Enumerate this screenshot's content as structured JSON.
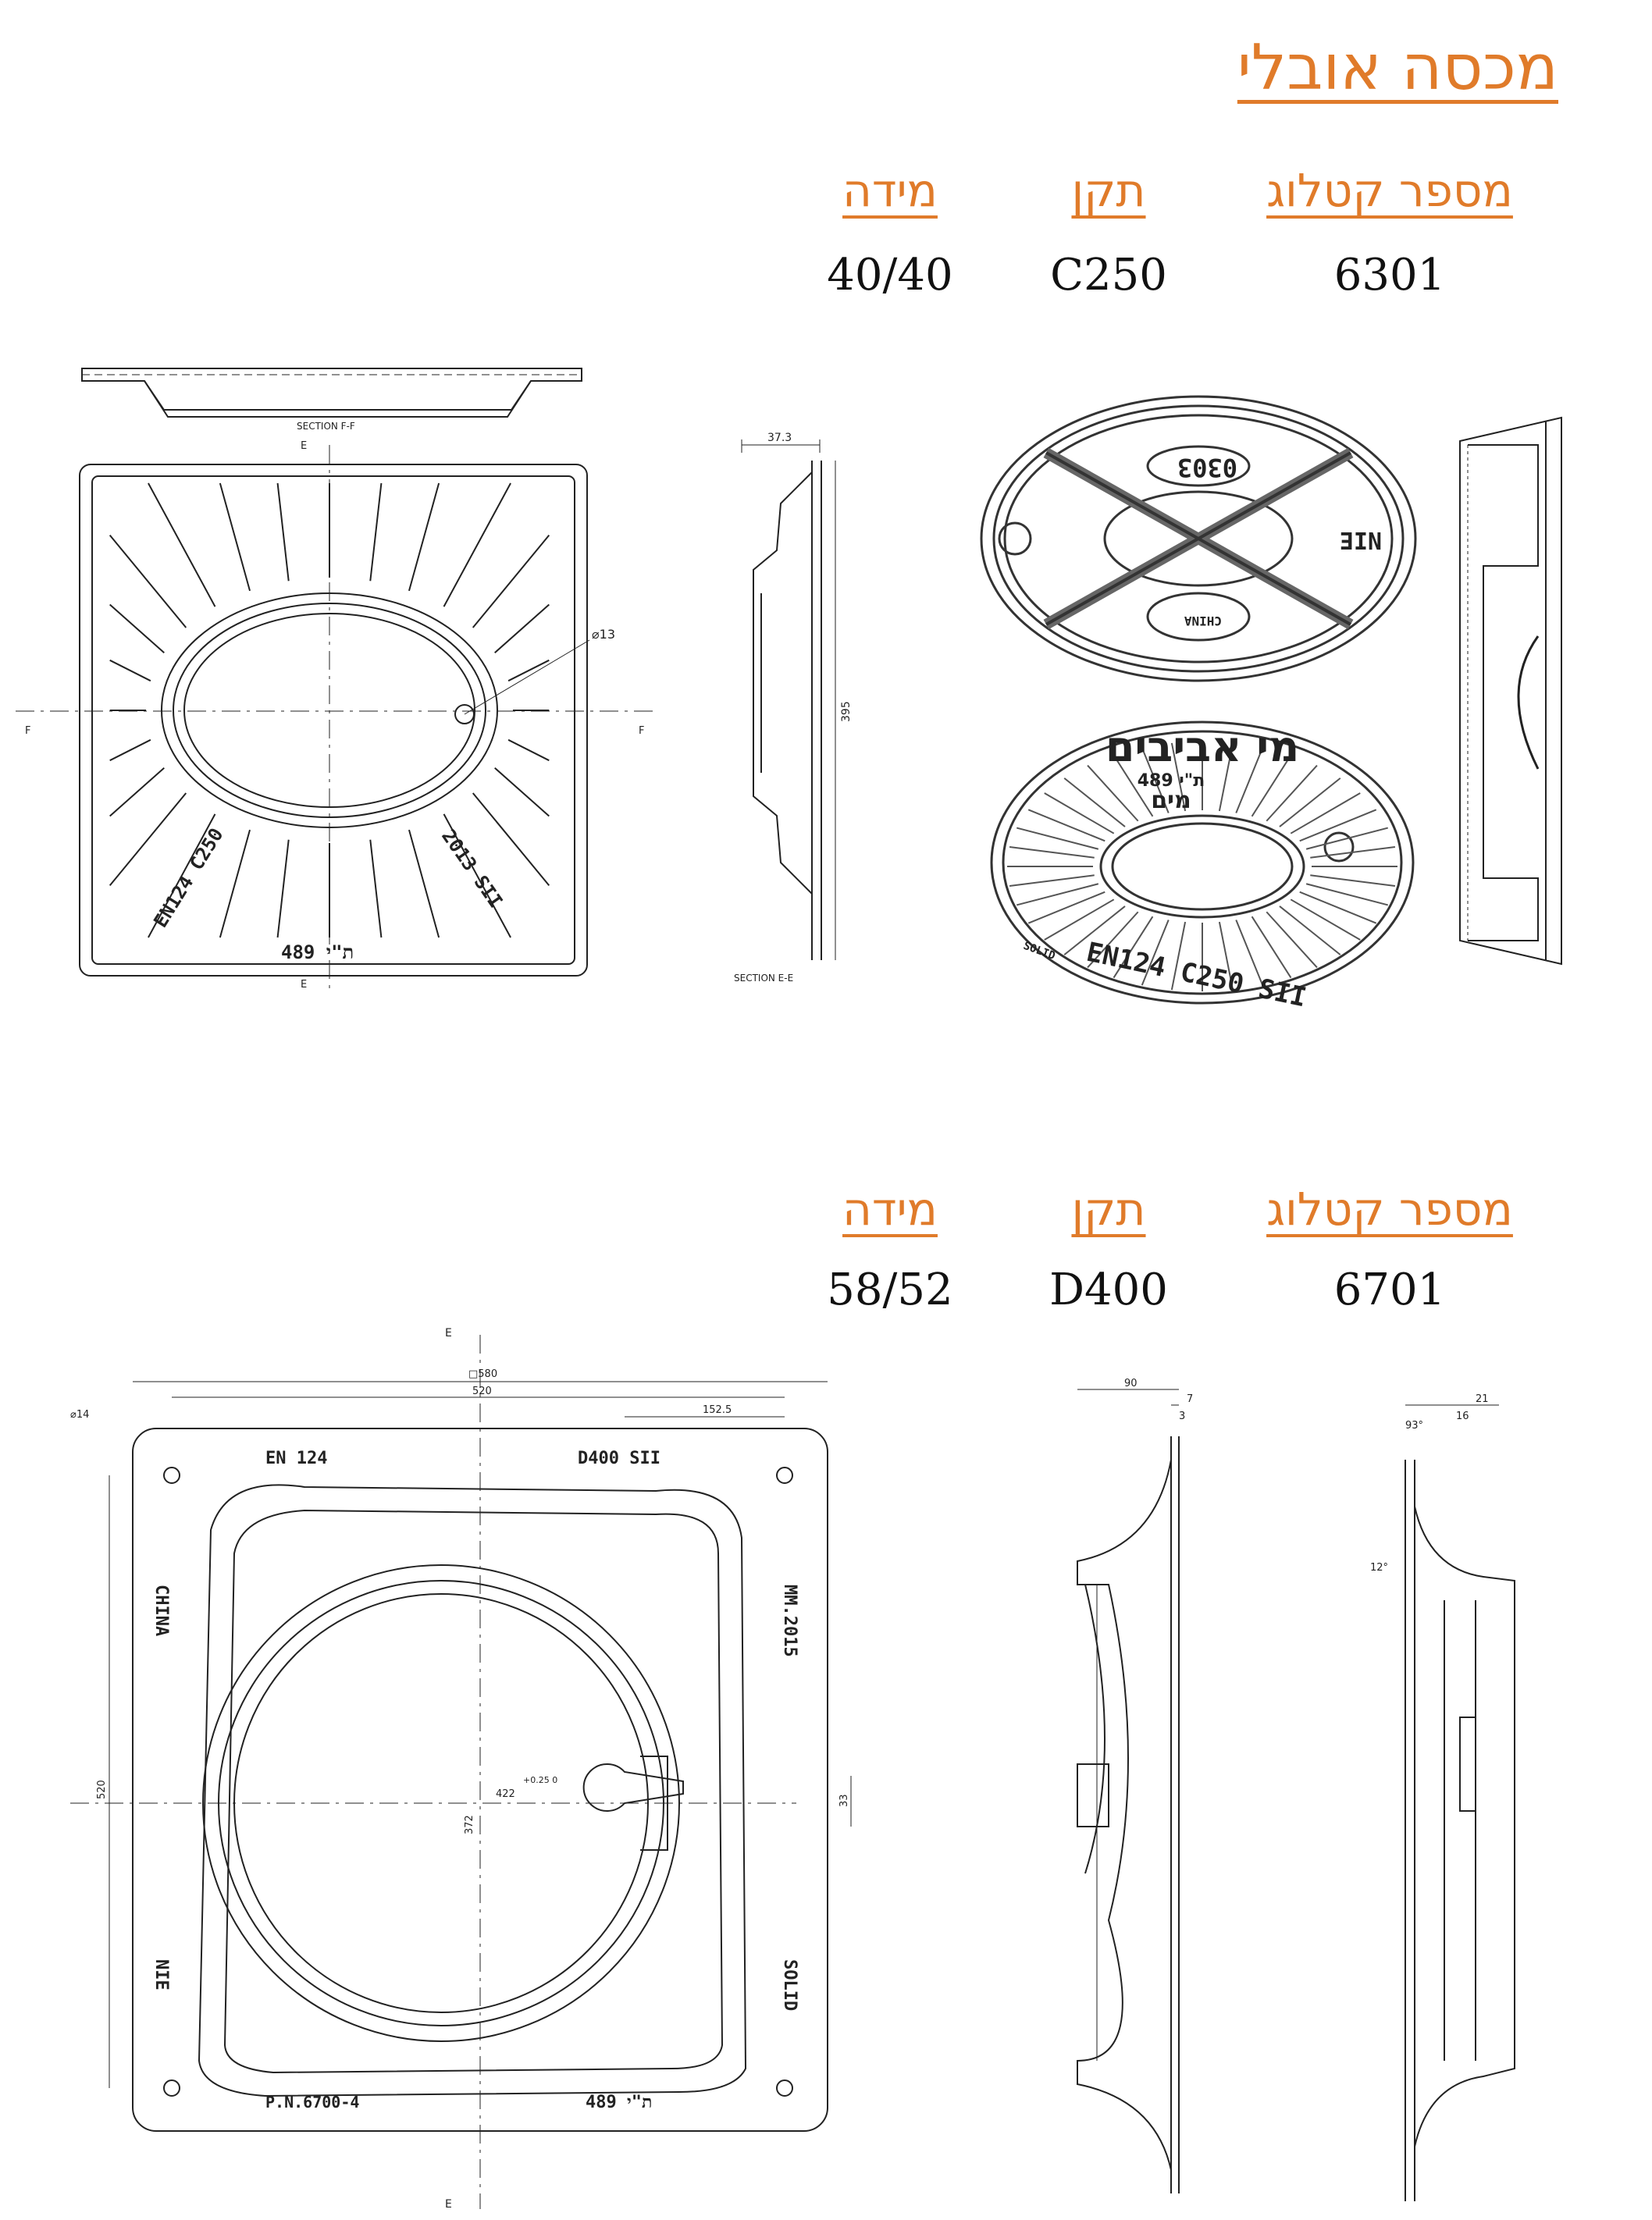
{
  "page_title": "מכסה אובלי",
  "colors": {
    "accent": "#e07b2a",
    "ink": "#1a1a1a"
  },
  "products": [
    {
      "headers": {
        "catalog": "מספר קטלוג",
        "standard": "תקן",
        "size": "מידה"
      },
      "values": {
        "catalog": "6301",
        "standard": "C250",
        "size": "40/40"
      },
      "drawings": {
        "section_ff": "SECTION F-F",
        "section_ee": "SECTION E-E",
        "dim_hole": "⌀13",
        "dim_width": "37.3",
        "dim_height": "395",
        "cut_e": "E",
        "cut_f": "F",
        "engrave_1": "EN124 C250",
        "engrave_2": "2013 SII",
        "engrave_3": "ת\"י 489",
        "photo_top_1": "0303",
        "photo_top_2": "NIE",
        "photo_top_3": "CHINA",
        "photo_bottom_1": "מי אביבים",
        "photo_bottom_2": "ת\"י 489",
        "photo_bottom_3": "מים",
        "photo_bottom_4": "EN124 C250 SII",
        "photo_bottom_5": "SOLID"
      }
    },
    {
      "headers": {
        "catalog": "מספר קטלוג",
        "standard": "תקן",
        "size": "מידה"
      },
      "values": {
        "catalog": "6701",
        "standard": "D400",
        "size": "58/52"
      },
      "drawings": {
        "cut_e": "E",
        "dim_outer": "□580",
        "dim_520_top": "520",
        "dim_152": "152.5",
        "dim_14": "⌀14",
        "dim_520_side": "520",
        "dim_422": "422",
        "dim_422_tol": "+0.25\n0",
        "dim_372": "372",
        "dim_33": "33",
        "engrave_en": "EN 124",
        "engrave_d400": "D400 SII",
        "engrave_china": "CHINA",
        "engrave_mm": "MM.2015",
        "engrave_nie": "NIE",
        "engrave_solid": "SOLID",
        "engrave_pn": "P.N.6700-4",
        "engrave_ti": "ת\"י 489",
        "side_90": "90",
        "side_7": "7",
        "side_3": "3",
        "side_21": "21",
        "side_16": "16",
        "side_93": "93°",
        "side_12": "12°"
      }
    }
  ]
}
